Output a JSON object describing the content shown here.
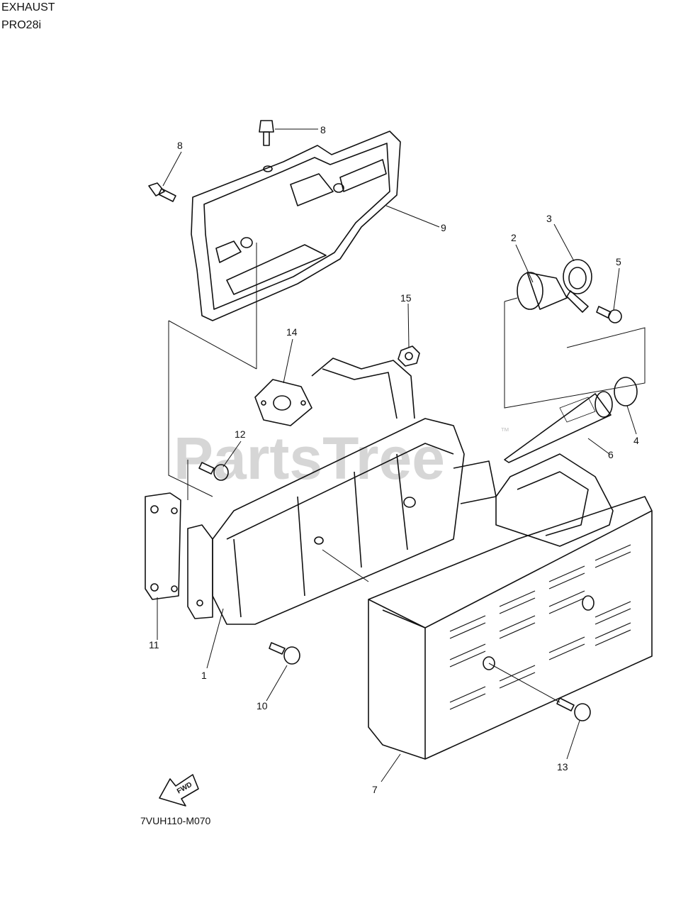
{
  "header": {
    "line1": "EXHAUST",
    "line2": "PRO28i"
  },
  "watermark": {
    "text": "PartsTree",
    "trademark": "™"
  },
  "fwd_label": "FWD",
  "diagram_code": "7VUH110-M070",
  "callouts": [
    "8",
    "8",
    "9",
    "2",
    "3",
    "5",
    "15",
    "14",
    "12",
    "6",
    "4",
    "11",
    "1",
    "10",
    "13",
    "7"
  ]
}
